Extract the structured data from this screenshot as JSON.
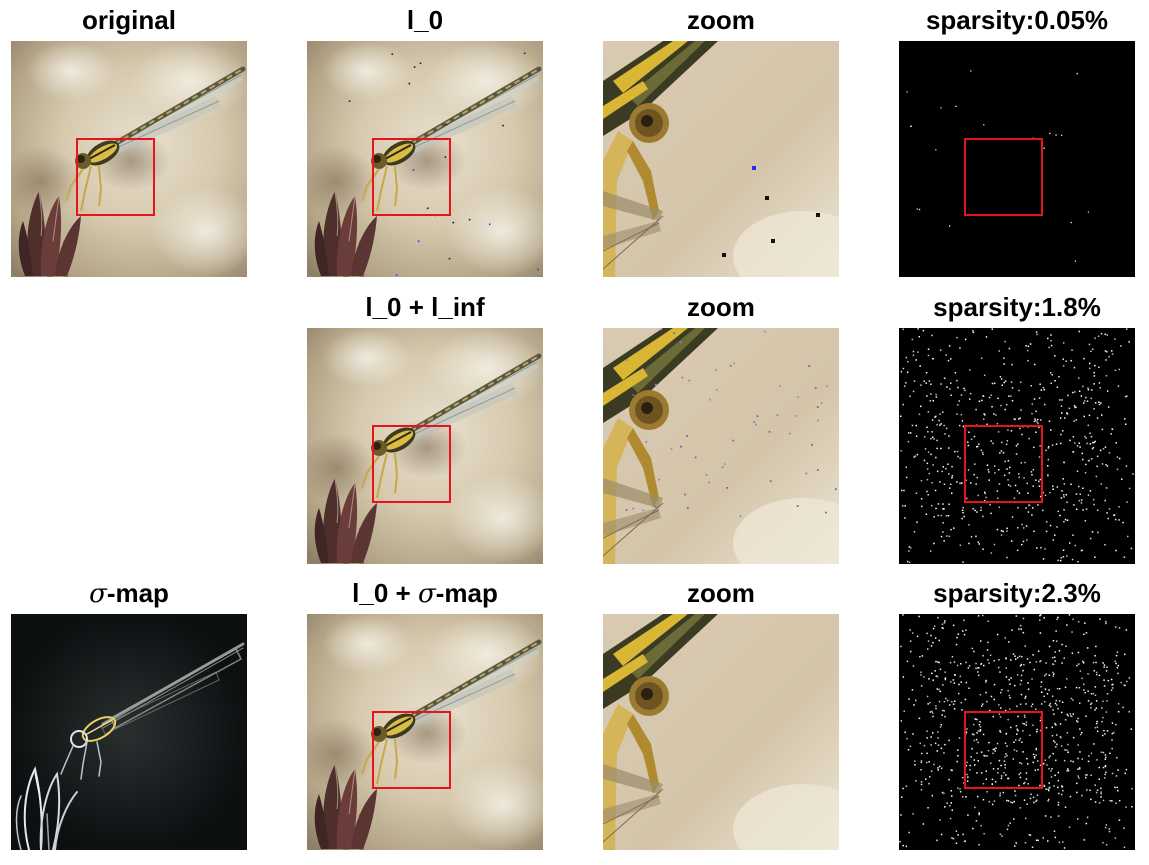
{
  "titles": {
    "original": "original",
    "l0": "l_0",
    "zoom_1": "zoom",
    "sparsity_1": "sparsity:0.05%",
    "l0_linf": "l_0 + l_inf",
    "zoom_2": "zoom",
    "sparsity_2": "sparsity:1.8%",
    "sigma_symbol": "σ",
    "sigma_map_suffix": "-map",
    "l0_sigma_prefix": "l_0 + ",
    "l0_sigma_symbol": "σ",
    "l0_sigma_suffix": "-map",
    "zoom_3": "zoom",
    "sparsity_3": "sparsity:2.3%"
  },
  "colors": {
    "roi_box": "#e8141b",
    "background_blur": "#d8cdb8",
    "sparsity_background": "#000000",
    "perturbation_blue": "#3a3af0"
  },
  "icons": {
    "image_content": "damselfly-on-flower"
  }
}
